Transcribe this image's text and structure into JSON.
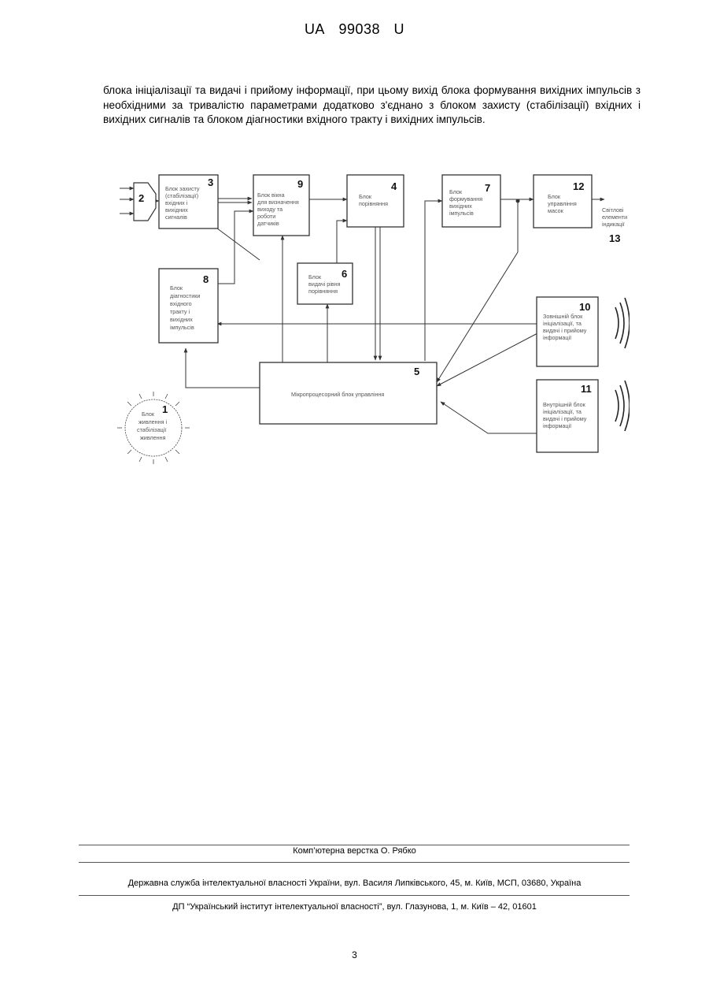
{
  "header": {
    "office": "UA",
    "number": "99038",
    "kind": "U"
  },
  "body_text": "блока ініціалізації та видачі і прийому інформації, при цьому вихід блока формування вихідних імпульсів з необхідними за тривалістю параметрами додатково з'єднано з блоком захисту (стабілізації) вхідних і вихідних сигналів та блоком діагностики вхідного тракту і вихідних імпульсів.",
  "figure": {
    "blocks": [
      {
        "num": "1",
        "lines": [
          "Блок",
          "живлення і",
          "стабілізації",
          "живлення"
        ]
      },
      {
        "num": "2",
        "lines": []
      },
      {
        "num": "3",
        "lines": [
          "Блок захисту",
          "(стабілізації)",
          "вхідних і",
          "вихідних",
          "сигналів"
        ]
      },
      {
        "num": "4",
        "lines": [
          "Блок",
          "порівняння"
        ]
      },
      {
        "num": "5",
        "lines": [
          "Мікропроцесорний блок управління"
        ]
      },
      {
        "num": "6",
        "lines": [
          "Блок",
          "видачі рівня",
          "порівняння"
        ]
      },
      {
        "num": "7",
        "lines": [
          "Блок",
          "формування",
          "вихідних",
          "імпульсів"
        ]
      },
      {
        "num": "8",
        "lines": [
          "Блок",
          "діагностики",
          "вхідного",
          "тракту і",
          "вихідних",
          "імпульсів"
        ]
      },
      {
        "num": "9",
        "lines": [
          "Блок вікна",
          "для визначення",
          "виходу та",
          "роботи",
          "датчиків"
        ]
      },
      {
        "num": "10",
        "lines": [
          "Зовнішній блок",
          "ініціалізації, та",
          "видачі і прийому",
          "інформації"
        ]
      },
      {
        "num": "11",
        "lines": [
          "Внутрішній блок",
          "ініціалізації, та",
          "видачі і прийому",
          "інформації"
        ]
      },
      {
        "num": "12",
        "lines": [
          "Блок",
          "управління",
          "масок"
        ]
      }
    ],
    "output_label": [
      "Світлові",
      "елементи",
      "індикації"
    ],
    "output_num": "13"
  },
  "footer": {
    "layout": "Комп’ютерна верстка  О. Рябко",
    "service": "Державна служба інтелектуальної власності України, вул. Василя Липківського, 45, м. Київ, МСП, 03680, Україна",
    "institute": "ДП “Український інститут інтелектуальної власності”, вул. Глазунова, 1, м. Київ – 42, 01601"
  },
  "page_number": "3"
}
